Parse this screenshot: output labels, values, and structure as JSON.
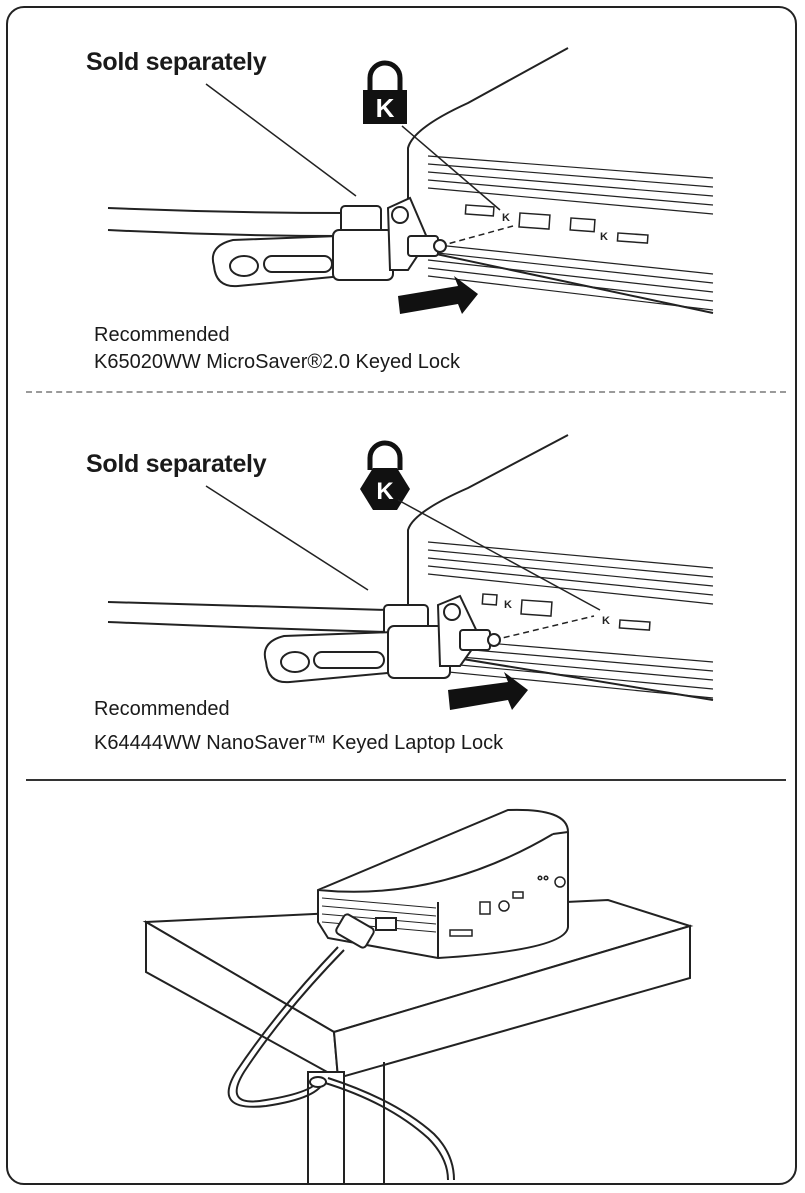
{
  "panels": [
    {
      "sold_label": "Sold separately",
      "recommended_label": "Recommended",
      "product_name": "K65020WW MicroSaver®2.0 Keyed Lock",
      "lock_icon": "kensington-k-lock-icon"
    },
    {
      "sold_label": "Sold separately",
      "recommended_label": "Recommended",
      "product_name": "K64444WW NanoSaver™ Keyed Laptop Lock",
      "lock_icon": "kensington-nano-lock-icon"
    }
  ],
  "colors": {
    "line": "#222222",
    "fill": "#ffffff",
    "divider": "#9a9a9a"
  }
}
